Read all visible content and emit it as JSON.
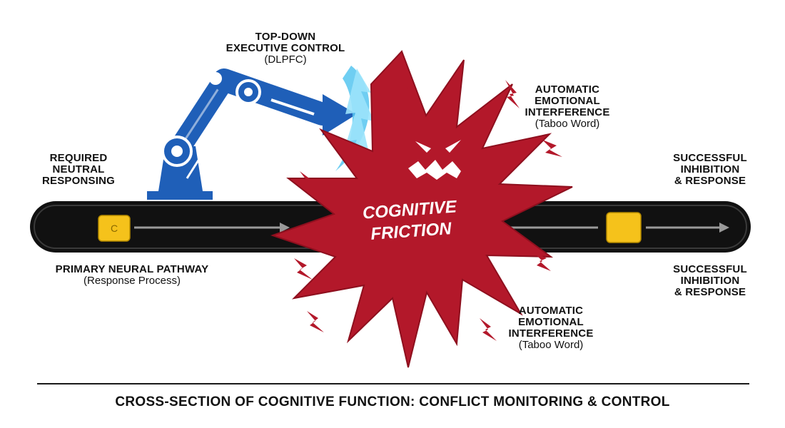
{
  "diagram": {
    "title": "CROSS-SECTION OF COGNITIVE FUNCTION: CONFLICT MONITORING & CONTROL",
    "executive_control": {
      "line1": "TOP-DOWN",
      "line2": "EXECUTIVE CONTROL",
      "sub": "(DLPFC)"
    },
    "required_responding": {
      "text": "REQUIRED\nNEUTRAL\nRESPONSING"
    },
    "pathway": {
      "label": "PRIMARY NEURAL PATHWAY",
      "sub": "(Response Process)"
    },
    "interference_top": {
      "line1": "AUTOMATIC",
      "line2": "EMOTIONAL",
      "line3": "INTERFERENCE",
      "sub": "(Taboo Word)"
    },
    "interference_bottom": {
      "line1": "AUTOMATIC",
      "line2": "EMOTIONAL",
      "line3": "INTERFERENCE",
      "sub": "(Taboo Word)"
    },
    "success_top": {
      "text": "SUCCESSFUL\nINHIBITION\n& RESPONSE"
    },
    "success_bottom": {
      "text": "SUCCESSFUL\nINHIBITION\n& RESPONSE"
    },
    "friction": {
      "line1": "COGNITIVE",
      "line2": "FRICTION"
    },
    "token_label": "C",
    "icons": [
      "robot-arm-icon",
      "gear-icon",
      "starburst-icon",
      "angry-face-icon",
      "lightning-icon",
      "shield-burst-icon"
    ],
    "colors": {
      "conveyor": "#111111",
      "arm_blue": "#1f5fb8",
      "burst_red": "#b3182a",
      "token_yellow": "#f5c21b",
      "shield_cyan": "#56c6f0"
    }
  }
}
